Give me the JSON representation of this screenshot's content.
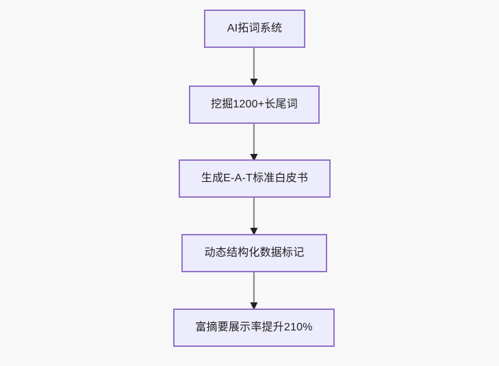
{
  "diagram": {
    "type": "flowchart",
    "direction": "top-to-bottom",
    "background_color": "#f8f8f8",
    "node_fill_color": "#ececfc",
    "node_border_color": "#9370c8",
    "node_text_color": "#1f1f1f",
    "edge_line_color": "#8a8a8a",
    "edge_arrow_color": "#221f22",
    "nodes": [
      {
        "id": "n1",
        "label": "AI拓词系统"
      },
      {
        "id": "n2",
        "label": "挖掘1200+长尾词"
      },
      {
        "id": "n3",
        "label": "生成E-A-T标准白皮书"
      },
      {
        "id": "n4",
        "label": "动态结构化数据标记"
      },
      {
        "id": "n5",
        "label": "富摘要展示率提升210%"
      }
    ],
    "edges": [
      {
        "from": "n1",
        "to": "n2",
        "label": ""
      },
      {
        "from": "n2",
        "to": "n3",
        "label": ""
      },
      {
        "from": "n3",
        "to": "n4",
        "label": ""
      },
      {
        "from": "n4",
        "to": "n5",
        "label": ""
      }
    ]
  }
}
